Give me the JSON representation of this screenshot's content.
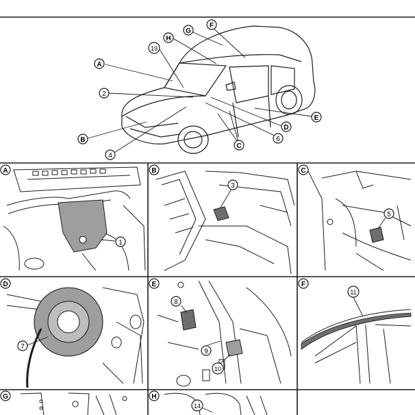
{
  "overview": {
    "letters": [
      "A",
      "B",
      "C",
      "D",
      "E",
      "F",
      "G",
      "H"
    ],
    "numbers": [
      "2",
      "4",
      "6",
      "19"
    ]
  },
  "panels": [
    {
      "letter": "A",
      "labels": [
        "1"
      ]
    },
    {
      "letter": "B",
      "labels": [
        "3"
      ]
    },
    {
      "letter": "C",
      "labels": [
        "5"
      ]
    },
    {
      "letter": "D",
      "labels": [
        "7"
      ]
    },
    {
      "letter": "E",
      "labels": [
        "8",
        "9",
        "10"
      ]
    },
    {
      "letter": "F",
      "labels": [
        "11"
      ]
    },
    {
      "letter": "G",
      "labels": []
    },
    {
      "letter": "H",
      "labels": [
        "14"
      ]
    }
  ],
  "colors": {
    "line": "#1a1a1a",
    "background": "#ffffff",
    "shade": "#bdbdbd"
  }
}
